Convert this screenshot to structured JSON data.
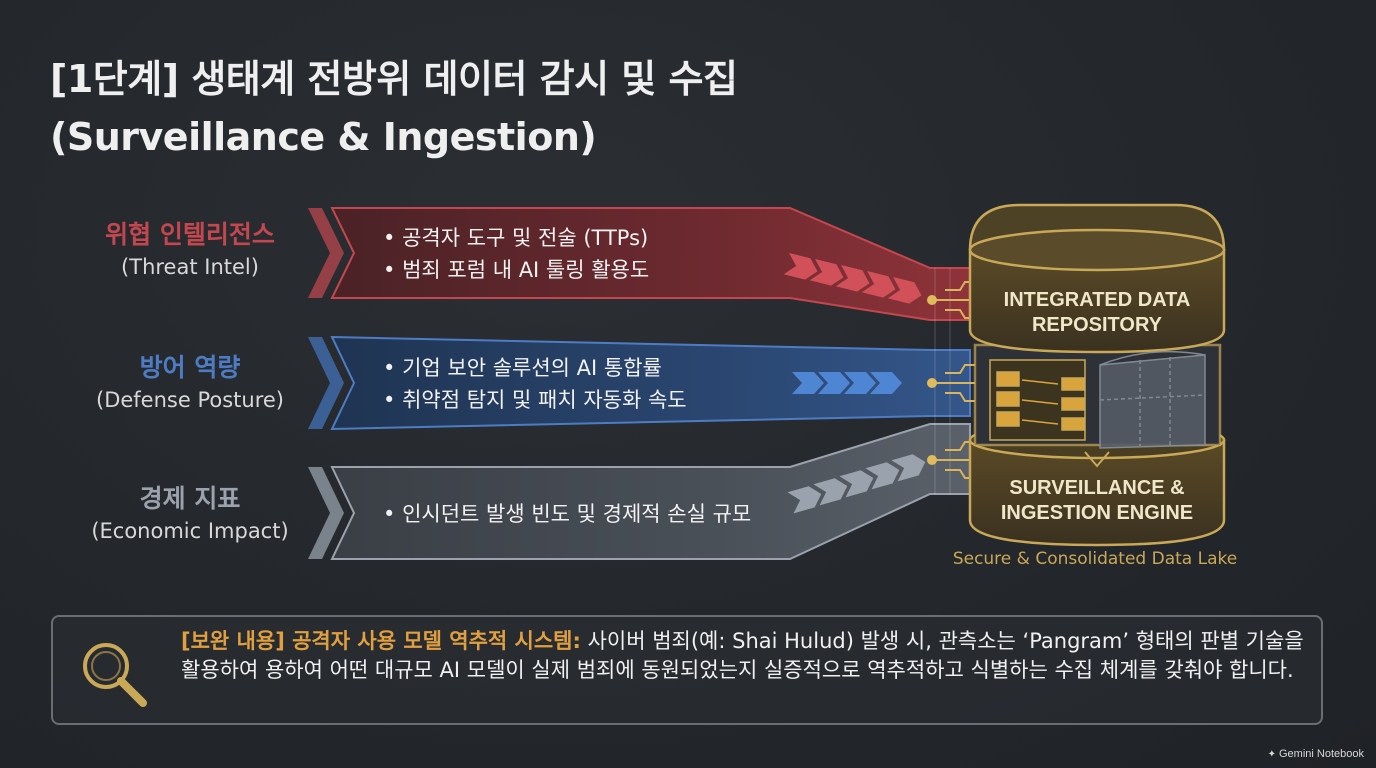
{
  "title": {
    "line1": "[1단계] 생태계 전방위 데이터 감시 및 수집",
    "line2": "(Surveillance & Ingestion)"
  },
  "streams": [
    {
      "name_ko": "위협 인텔리전스",
      "name_en": "(Threat Intel)",
      "bullets": [
        "공격자 도구 및 전술 (TTPs)",
        "범죄 포럼 내 AI 툴링 활용도"
      ],
      "color": "#c4474f"
    },
    {
      "name_ko": "방어 역량",
      "name_en": "(Defense Posture)",
      "bullets": [
        "기업 보안 솔루션의 AI 통합률",
        "취약점 탐지 및 패치 자동화 속도"
      ],
      "color": "#4d7cc4"
    },
    {
      "name_ko": "경제 지표",
      "name_en": "(Economic Impact)",
      "bullets": [
        "인시던트 발생 빈도 및 경제적 손실 규모"
      ],
      "color": "#9aa3ad"
    }
  ],
  "repository": {
    "top_label": "INTEGRATED DATA REPOSITORY",
    "bottom_label": "SURVEILLANCE & INGESTION ENGINE",
    "caption": "Secure & Consolidated Data Lake",
    "accent_color": "#c9a857"
  },
  "note": {
    "icon": "magnifier-icon",
    "highlight": "[보완 내용] 공격자 사용 모델 역추적 시스템:",
    "body": " 사이버 범죄(예: Shai Hulud) 발생 시, 관측소는 ‘Pangram’ 형태의 판별 기술을 활용하여 용하여 어떤 대규모 AI 모델이 실제 범죄에 동원되었는지 실증적으로 역추적하고 식별하는 수집 체계를 갖춰야 합니다."
  },
  "watermark": "Gemini Notebook"
}
